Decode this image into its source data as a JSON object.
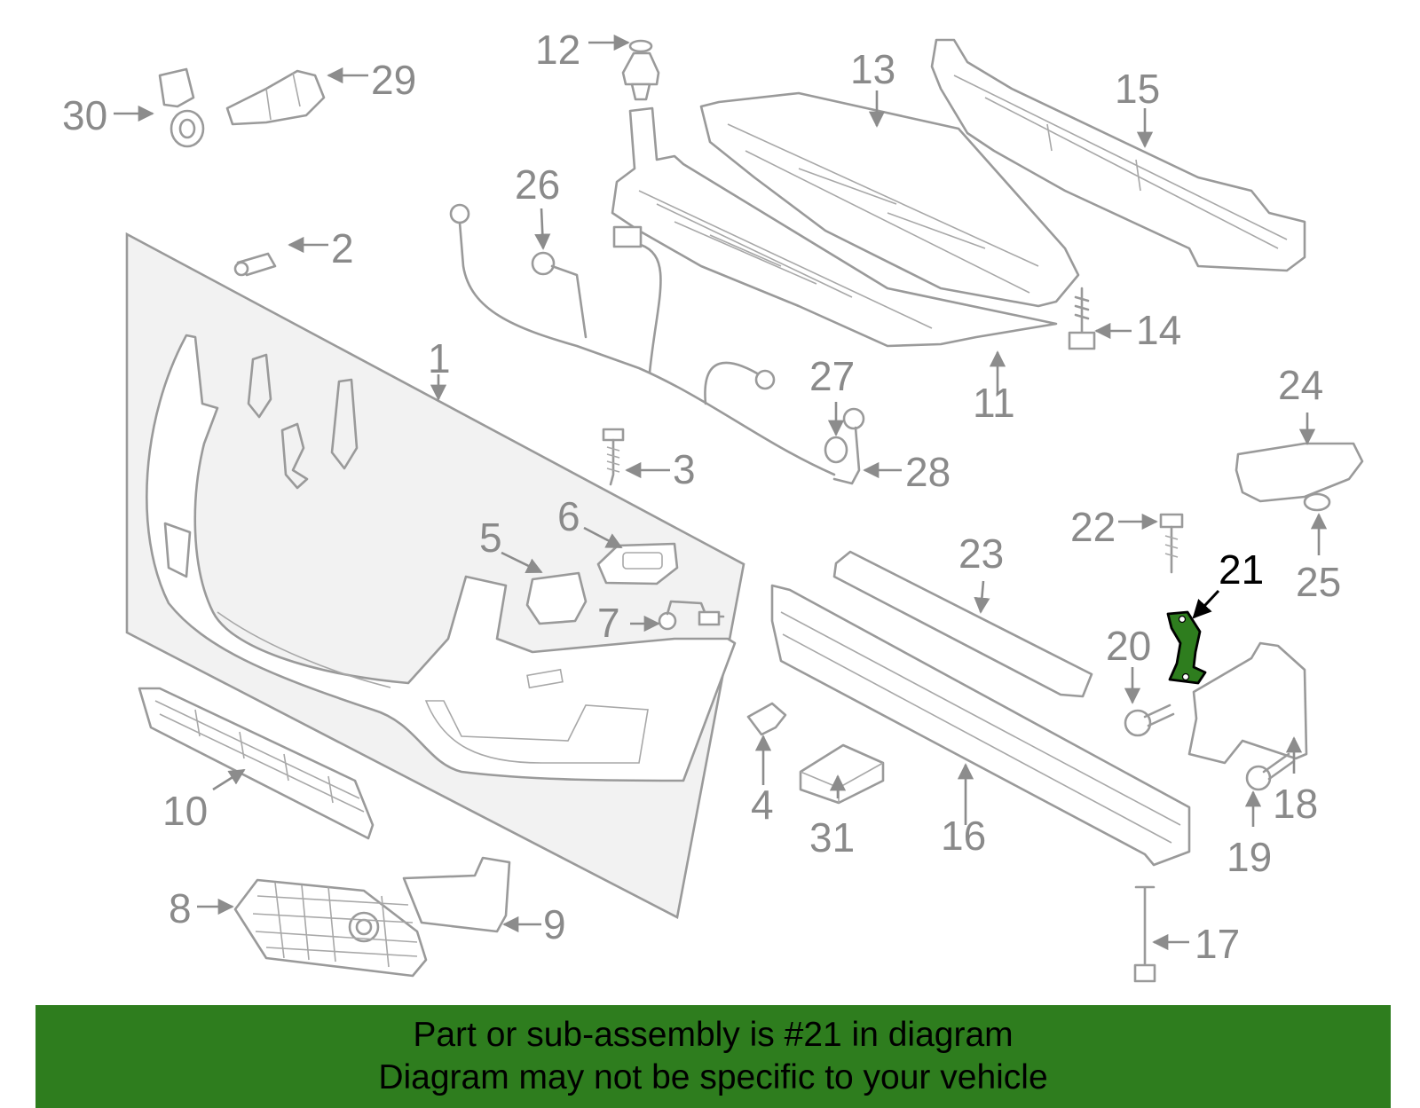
{
  "diagram": {
    "highlighted_callout": "21",
    "highlight_color": "#2e7d1e",
    "callouts": [
      "1",
      "2",
      "3",
      "4",
      "5",
      "6",
      "7",
      "8",
      "9",
      "10",
      "11",
      "12",
      "13",
      "14",
      "15",
      "16",
      "17",
      "18",
      "19",
      "20",
      "21",
      "22",
      "23",
      "24",
      "25",
      "26",
      "27",
      "28",
      "29",
      "30",
      "31"
    ]
  },
  "banner": {
    "line1": "Part or sub-assembly is #21 in diagram",
    "line2": "Diagram may not be specific to your vehicle",
    "background": "#2e7d1e"
  }
}
